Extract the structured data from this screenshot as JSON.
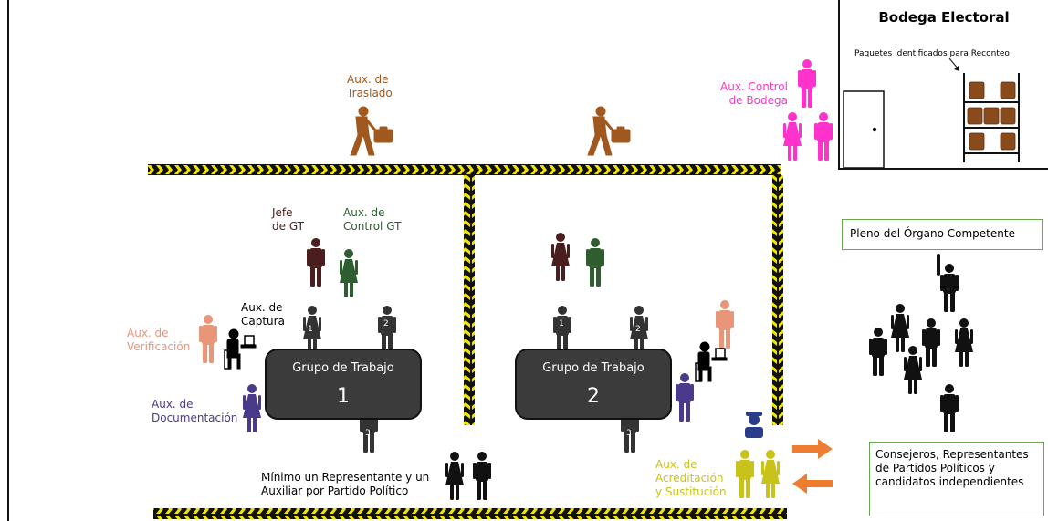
{
  "bodega": {
    "title": "Bodega  Electoral",
    "note": "Paquetes identificados para Reconteo"
  },
  "labels": {
    "aux_traslado": "Aux. de\nTraslado",
    "aux_control_bodega": "Aux. Control\nde Bodega",
    "jefe_gt": "Jefe\nde GT",
    "aux_control_gt": "Aux. de\nControl GT",
    "aux_captura": "Aux. de\nCaptura",
    "aux_verificacion": "Aux. de\nVerificación",
    "aux_documentacion": "Aux. de\nDocumentación",
    "minimo_representante": "Mínimo un Representante y un\nAuxiliar por Partido Político",
    "aux_acreditacion": "Aux. de\nAcreditación\ny Sustitución",
    "pleno": "Pleno del Órgano Competente",
    "consejeros": "Consejeros, Representantes\nde Partidos Políticos y\ncandidatos independientes"
  },
  "groups": [
    {
      "title": "Grupo de Trabajo",
      "number": "1"
    },
    {
      "title": "Grupo de Trabajo",
      "number": "2"
    }
  ],
  "seat_numbers": [
    "1",
    "2",
    "3"
  ],
  "colors": {
    "traslado": "#a0581e",
    "control_bodega": "#ff33cc",
    "jefe": "#4a1e1e",
    "control_gt": "#2f5d2f",
    "captura": "#000000",
    "verificacion": "#e8957a",
    "documentacion": "#4b3a8c",
    "acreditacion": "#c9c21b",
    "arrow": "#ed7d31",
    "tape_yellow": "#f2e600",
    "tape_black": "#111111",
    "box": "#3b3b3b"
  }
}
